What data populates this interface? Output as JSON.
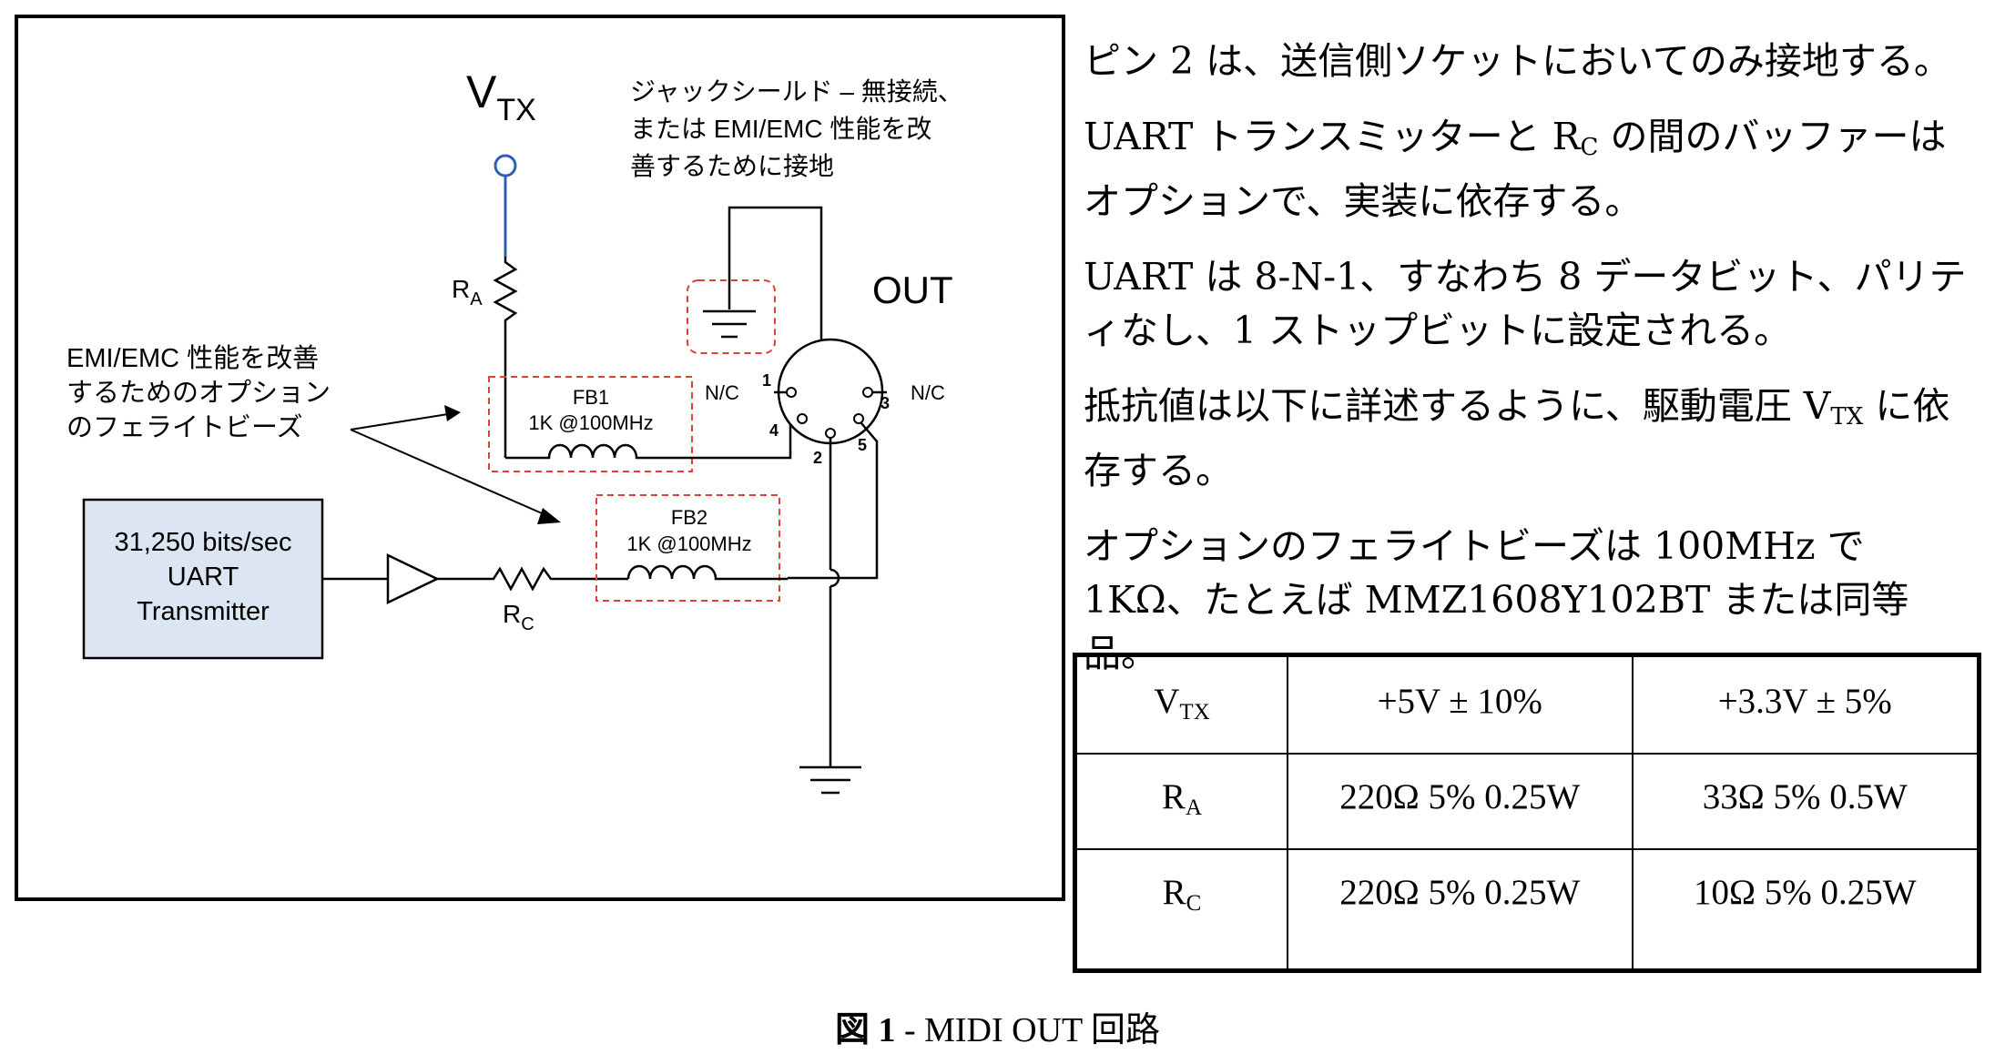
{
  "schematic": {
    "vtx_label": "V",
    "vtx_sub": "TX",
    "jack_note": [
      "ジャックシールド – 無接続、",
      "または EMI/EMC 性能を改",
      "善するために接地"
    ],
    "out_label": "OUT",
    "ra_label": "R",
    "ra_sub": "A",
    "rc_label": "R",
    "rc_sub": "C",
    "emi_note": [
      "EMI/EMC 性能を改善",
      "するためのオプション",
      "のフェライトビーズ"
    ],
    "fb1_name": "FB1",
    "fb1_value": "1K @100MHz",
    "fb2_name": "FB2",
    "fb2_value": "1K @100MHz",
    "nc_left": "N/C",
    "nc_right": "N/C",
    "pin1": "1",
    "pin2": "2",
    "pin3": "3",
    "pin4": "4",
    "pin5": "5",
    "uart_lines": [
      "31,250 bits/sec",
      "UART",
      "Transmitter"
    ]
  },
  "notes": {
    "p1": "ピン 2 は、送信側ソケットにおいてのみ接地する。",
    "p2_a": "UART トランスミッターと R",
    "p2_sub": "C",
    "p2_b": " の間のバッファーはオプションで、実装に依存する。",
    "p3": "UART は 8-N-1、すなわち 8 データビット、パリティなし、1 ストップビットに設定される。",
    "p4_a": "抵抗値は以下に詳述するように、駆動電圧 V",
    "p4_sub": "TX",
    "p4_b": " に依存する。",
    "p5": "オプションのフェライトビーズは 100MHz で 1KΩ、たとえば MMZ1608Y102BT または同等品。"
  },
  "table": {
    "h_label": "V",
    "h_sub": "TX",
    "h_col1": "+5V ± 10%",
    "h_col2": "+3.3V ± 5%",
    "ra_label": "R",
    "ra_sub": "A",
    "ra_col1": "220Ω 5% 0.25W",
    "ra_col2": "33Ω 5% 0.5W",
    "rc_label": "R",
    "rc_sub": "C",
    "rc_col1": "220Ω 5% 0.25W",
    "rc_col2": "10Ω 5% 0.25W"
  },
  "caption": {
    "bold": "図 1",
    "rest": " - MIDI OUT 回路"
  },
  "colors": {
    "vtx_wire": "#2f5fb0",
    "uart_box_fill": "#dce6f2",
    "dashed_box": "#e0403a"
  }
}
